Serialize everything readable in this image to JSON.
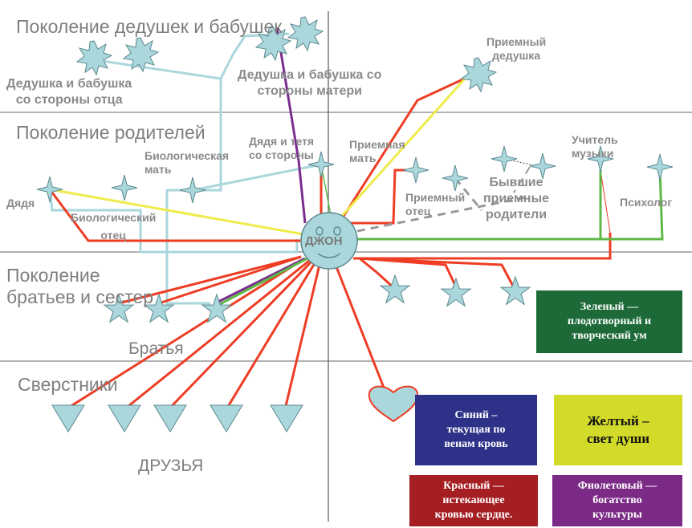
{
  "generations": {
    "grandparents": "Поколение дедушек и бабушек",
    "parents": "Поколение родителей",
    "siblings": "Поколение\nбратьев и сестер",
    "peers": "Сверстники"
  },
  "labels": {
    "paternal_grandparents": "Дедушка и бабушка\nсо стороны отца",
    "maternal_grandparents": "Дедушка и бабушка со\nстороны матери",
    "step_grandfather": "Приемный\nдедушка",
    "biological_mother": "Биологическая\nмать",
    "uncle_aunt": "Дядя и тетя\nсо стороны",
    "adoptive_mother": "Приемная\nмать",
    "music_teacher": "Учитель\nмузыки",
    "uncle": "Дядя",
    "biological_father": "Биологический\nотец",
    "adoptive_father": "Приемный\nотец",
    "former_foster_parents": "Бывшие\nприемные\nродители",
    "psychologist": "Психолог",
    "brothers": "Братья",
    "friends": "ДРУЗЬЯ",
    "john": "ДЖОН"
  },
  "legend": {
    "green": "Зеленый —\nплодотворный и\nтворческий ум",
    "blue": "Синий –\nтекущая по\nвенам кровь",
    "yellow": "Желтый –\nсвет души",
    "red": "Красный —\nистекающее\nкровью сердце.",
    "violet": "Фиолетовый —\nбогатство\nкультуры"
  },
  "colors": {
    "blue_line": "#a9d7dc",
    "red_line": "#ee3d24",
    "yellow_line": "#eeeb4b",
    "green_line": "#5db847",
    "violet_line": "#7b2d8f",
    "grey_line": "#9a9a9a",
    "shape_fill": "#a9d7dc",
    "legend_green": "#1d6a38",
    "legend_blue": "#2d3288",
    "legend_yellow": "#d2da2a",
    "legend_red": "#a41e22",
    "legend_violet": "#7b2a86"
  }
}
